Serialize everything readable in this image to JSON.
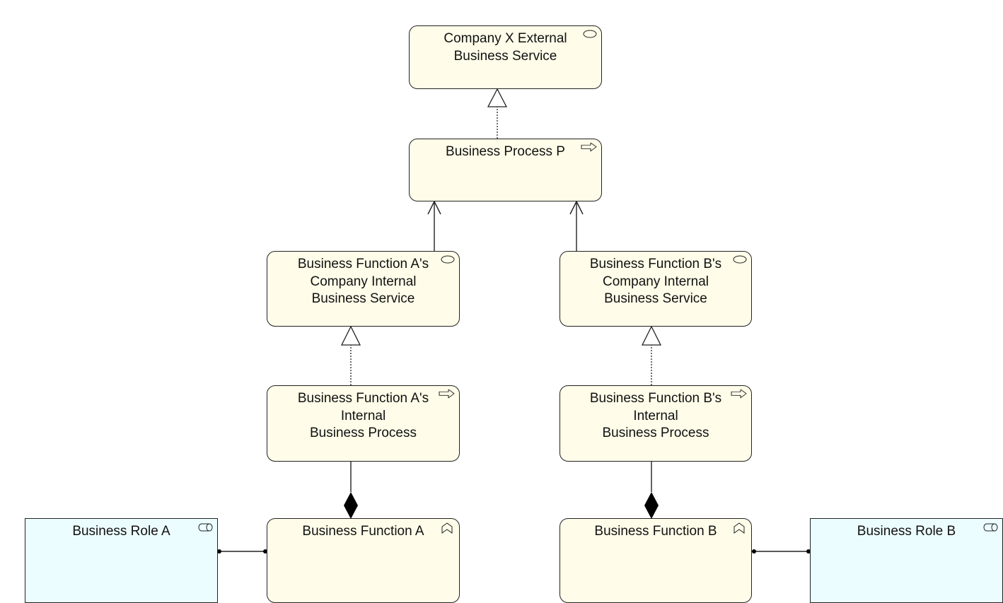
{
  "diagram": {
    "notation": "ArchiMate",
    "colors": {
      "business_fill": "#fffde9",
      "role_fill": "#ecfdff",
      "stroke": "#222222"
    },
    "elements": [
      {
        "id": "ext_service",
        "type": "business-service",
        "icon": "service-icon",
        "label": "Company X External\nBusiness Service"
      },
      {
        "id": "process_p",
        "type": "business-process",
        "icon": "process-arrow-icon",
        "label": "Business Process P"
      },
      {
        "id": "svc_a",
        "type": "business-service",
        "icon": "service-icon",
        "label": "Business Function A's\nCompany Internal\nBusiness Service"
      },
      {
        "id": "svc_b",
        "type": "business-service",
        "icon": "service-icon",
        "label": "Business Function B's\nCompany Internal\nBusiness Service"
      },
      {
        "id": "proc_a",
        "type": "business-process",
        "icon": "process-arrow-icon",
        "label": "Business Function A's\nInternal\nBusiness Process"
      },
      {
        "id": "proc_b",
        "type": "business-process",
        "icon": "process-arrow-icon",
        "label": "Business Function B's\nInternal\nBusiness Process"
      },
      {
        "id": "func_a",
        "type": "business-function",
        "icon": "function-chevron-icon",
        "label": "Business Function A"
      },
      {
        "id": "func_b",
        "type": "business-function",
        "icon": "function-chevron-icon",
        "label": "Business Function B"
      },
      {
        "id": "role_a",
        "type": "business-role",
        "icon": "role-cylinder-icon",
        "label": "Business Role A"
      },
      {
        "id": "role_b",
        "type": "business-role",
        "icon": "role-cylinder-icon",
        "label": "Business Role B"
      }
    ],
    "relationships": [
      {
        "type": "realization",
        "from": "process_p",
        "to": "ext_service"
      },
      {
        "type": "serving",
        "from": "svc_a",
        "to": "process_p"
      },
      {
        "type": "serving",
        "from": "svc_b",
        "to": "process_p"
      },
      {
        "type": "realization",
        "from": "proc_a",
        "to": "svc_a"
      },
      {
        "type": "realization",
        "from": "proc_b",
        "to": "svc_b"
      },
      {
        "type": "composition",
        "from": "func_a",
        "to": "proc_a"
      },
      {
        "type": "composition",
        "from": "func_b",
        "to": "proc_b"
      },
      {
        "type": "assignment",
        "from": "role_a",
        "to": "func_a"
      },
      {
        "type": "assignment",
        "from": "role_b",
        "to": "func_b"
      }
    ]
  }
}
